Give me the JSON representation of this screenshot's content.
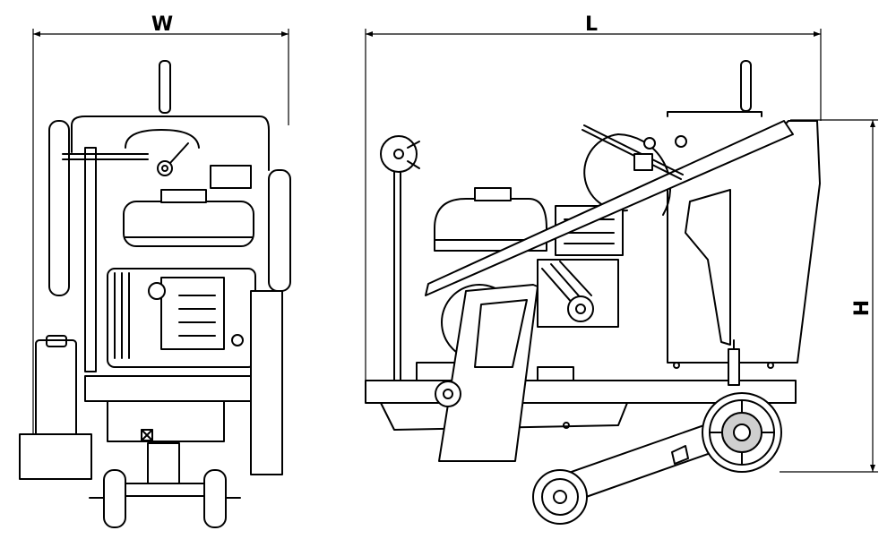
{
  "figure": {
    "front_view": {
      "width_label": "W"
    },
    "side_view": {
      "length_label": "L",
      "height_label": "H"
    }
  }
}
